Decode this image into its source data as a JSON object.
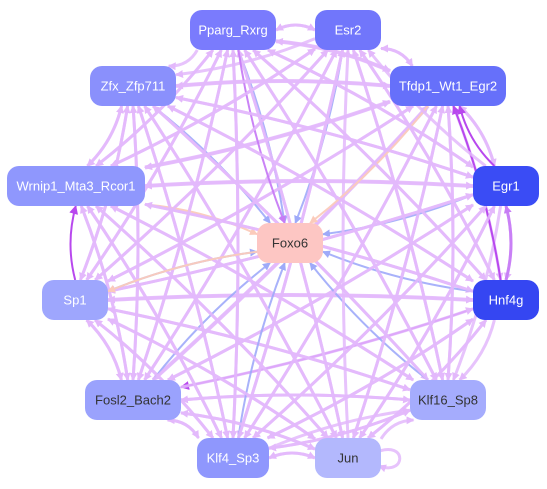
{
  "diagram": {
    "nodes": [
      {
        "id": "pparg",
        "label": "Pparg_Rxrg",
        "fill": "#7a7bfd",
        "text": "#ffffff"
      },
      {
        "id": "esr2",
        "label": "Esr2",
        "fill": "#7176fb",
        "text": "#ffffff"
      },
      {
        "id": "zfx",
        "label": "Zfx_Zfp711",
        "fill": "#8a90fc",
        "text": "#ffffff"
      },
      {
        "id": "tfdp1",
        "label": "Tfdp1_Wt1_Egr2",
        "fill": "#6670fa",
        "text": "#ffffff"
      },
      {
        "id": "wrnip1",
        "label": "Wrnip1_Mta3_Rcor1",
        "fill": "#8f97fd",
        "text": "#ffffff"
      },
      {
        "id": "egr1",
        "label": "Egr1",
        "fill": "#3a4cf5",
        "text": "#ffffff"
      },
      {
        "id": "foxo6",
        "label": "Foxo6",
        "fill": "#fdc6c3",
        "text": "#333333"
      },
      {
        "id": "sp1",
        "label": "Sp1",
        "fill": "#9ea6fd",
        "text": "#ffffff"
      },
      {
        "id": "hnf4g",
        "label": "Hnf4g",
        "fill": "#3546f2",
        "text": "#ffffff"
      },
      {
        "id": "fosl2",
        "label": "Fosl2_Bach2",
        "fill": "#9aa2fd",
        "text": "#333333"
      },
      {
        "id": "klf16",
        "label": "Klf16_Sp8",
        "fill": "#a5acfd",
        "text": "#333333"
      },
      {
        "id": "klf4",
        "label": "Klf4_Sp3",
        "fill": "#8f97fd",
        "text": "#ffffff"
      },
      {
        "id": "jun",
        "label": "Jun",
        "fill": "#b3b8fd",
        "text": "#333333"
      }
    ],
    "edge_colors": {
      "light_violet": "#e3b8fb",
      "violet": "#c77cf5",
      "strong_violet": "#b848ee",
      "blue": "#aab4fb",
      "peach": "#fbd1c2"
    }
  }
}
